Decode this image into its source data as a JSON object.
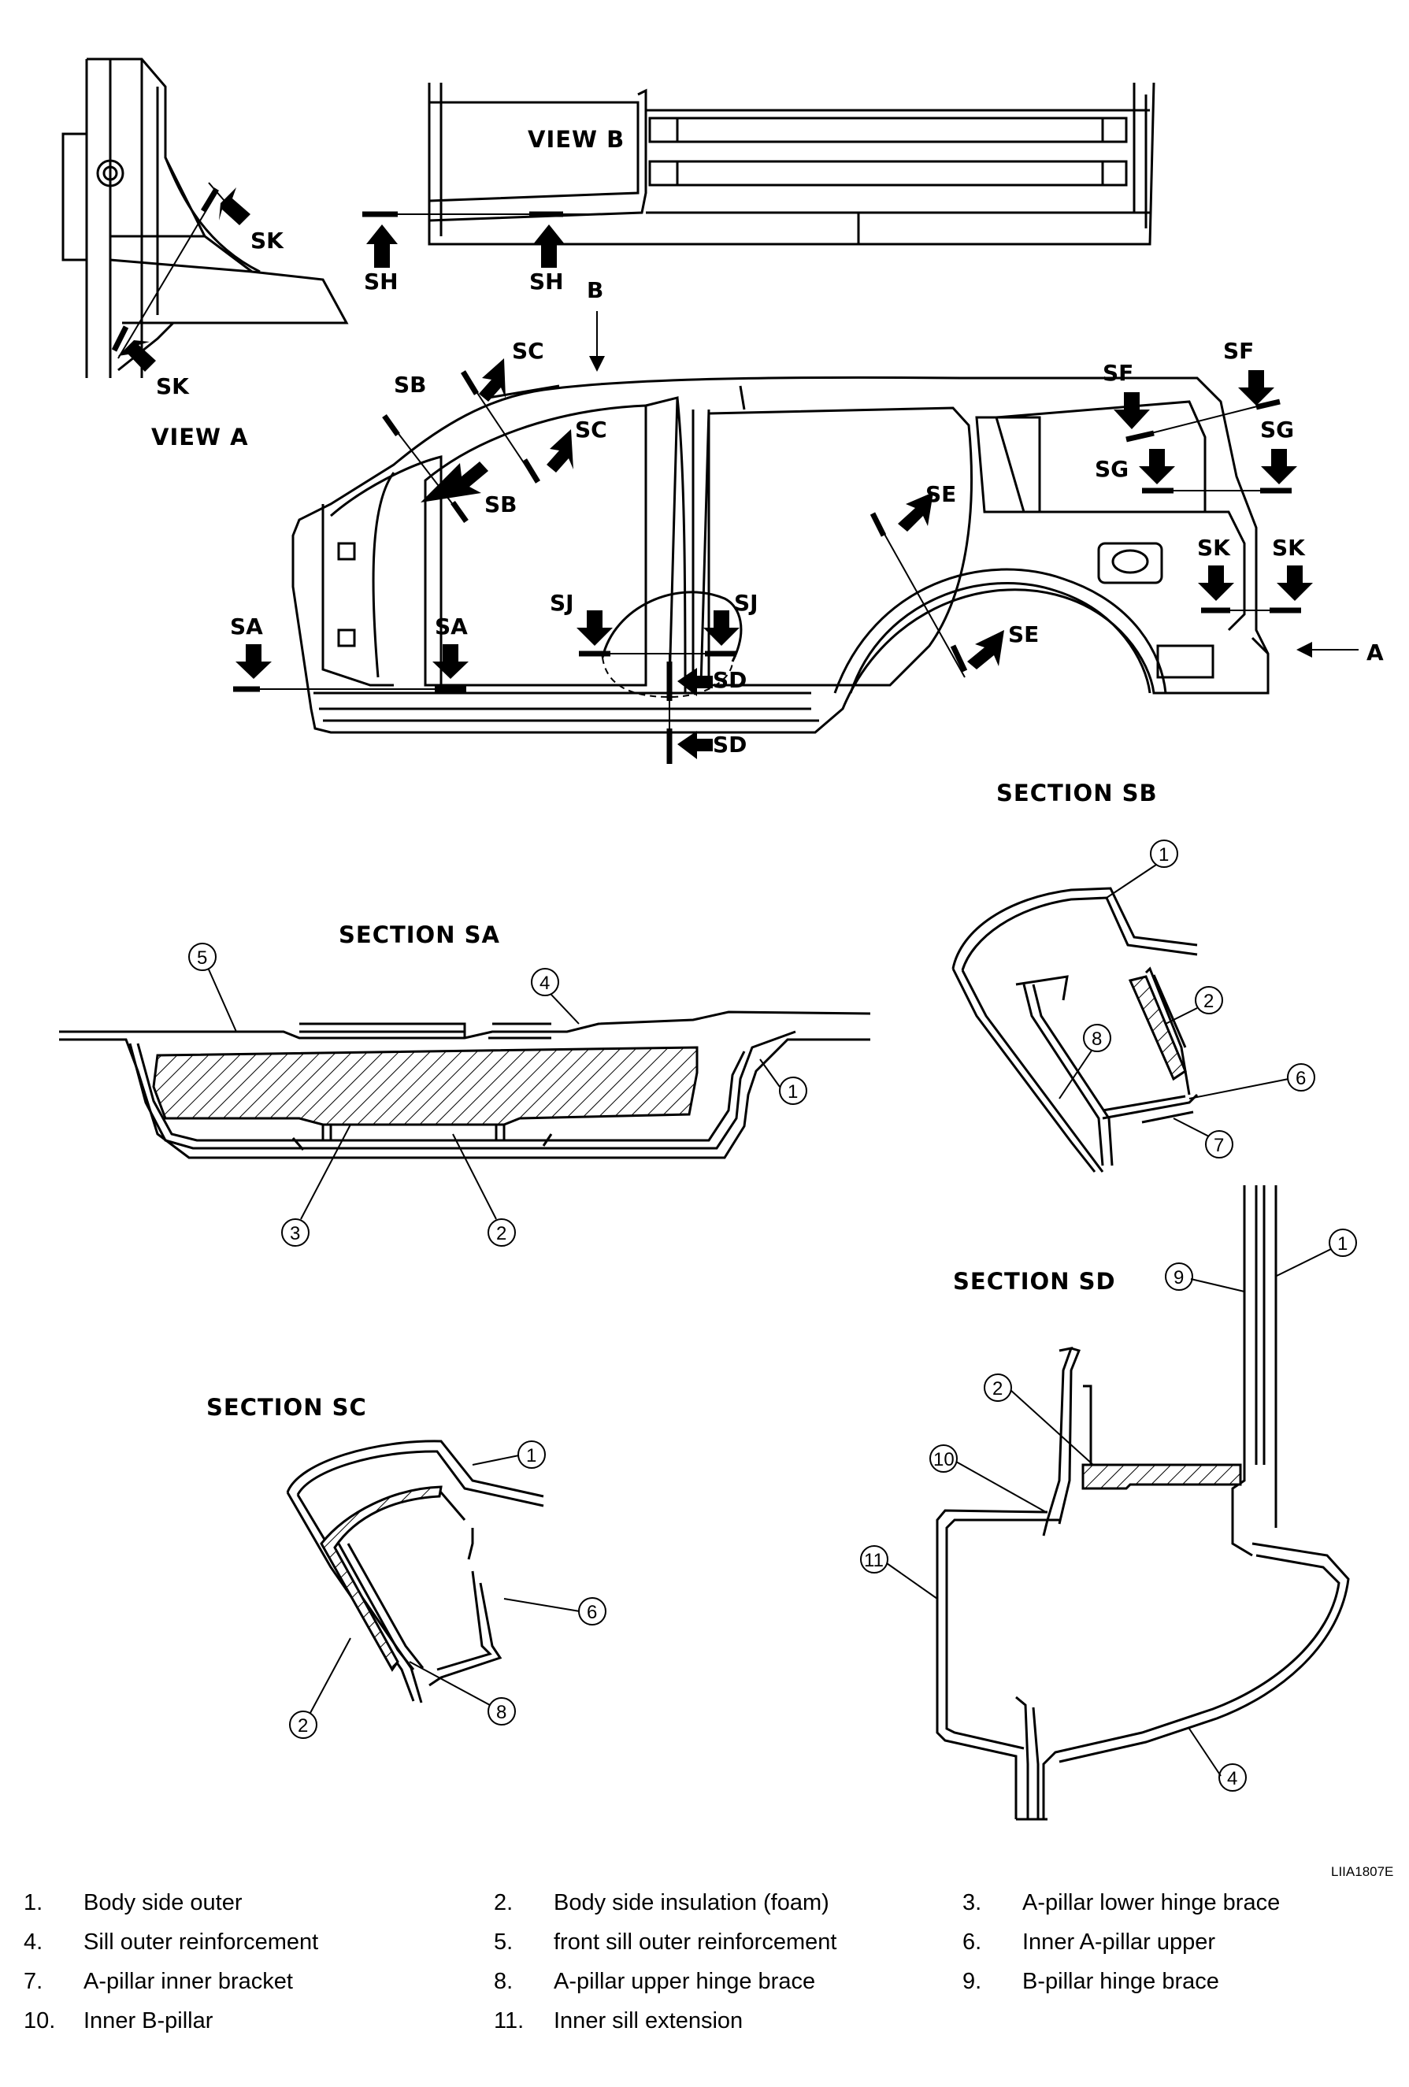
{
  "drawing_code": "LIIA1807E",
  "views": {
    "view_a": "VIEW A",
    "view_b": "VIEW B"
  },
  "sections": {
    "sa": "SECTION SA",
    "sb": "SECTION SB",
    "sc": "SECTION SC",
    "sd": "SECTION SD"
  },
  "cut_labels": {
    "sa": "SA",
    "sb": "SB",
    "sc": "SC",
    "sd": "SD",
    "se": "SE",
    "sf": "SF",
    "sg": "SG",
    "sh": "SH",
    "sj": "SJ",
    "sk": "SK"
  },
  "view_markers": {
    "a": "A",
    "b": "B"
  },
  "callout_numbers": [
    "1",
    "2",
    "3",
    "4",
    "5",
    "6",
    "7",
    "8",
    "9",
    "10",
    "11"
  ],
  "legend": [
    {
      "num": "1.",
      "text": "Body side outer"
    },
    {
      "num": "2.",
      "text": "Body side insulation (foam)"
    },
    {
      "num": "3.",
      "text": "A-pillar lower hinge brace"
    },
    {
      "num": "4.",
      "text": "Sill outer reinforcement"
    },
    {
      "num": "5.",
      "text": "front sill outer reinforcement"
    },
    {
      "num": "6.",
      "text": "Inner A-pillar upper"
    },
    {
      "num": "7.",
      "text": "A-pillar inner bracket"
    },
    {
      "num": "8.",
      "text": "A-pillar upper hinge brace"
    },
    {
      "num": "9.",
      "text": "B-pillar hinge brace"
    },
    {
      "num": "10.",
      "text": "Inner B-pillar"
    },
    {
      "num": "11.",
      "text": "Inner sill extension"
    }
  ],
  "colors": {
    "ink": "#000000",
    "paper": "#ffffff"
  }
}
